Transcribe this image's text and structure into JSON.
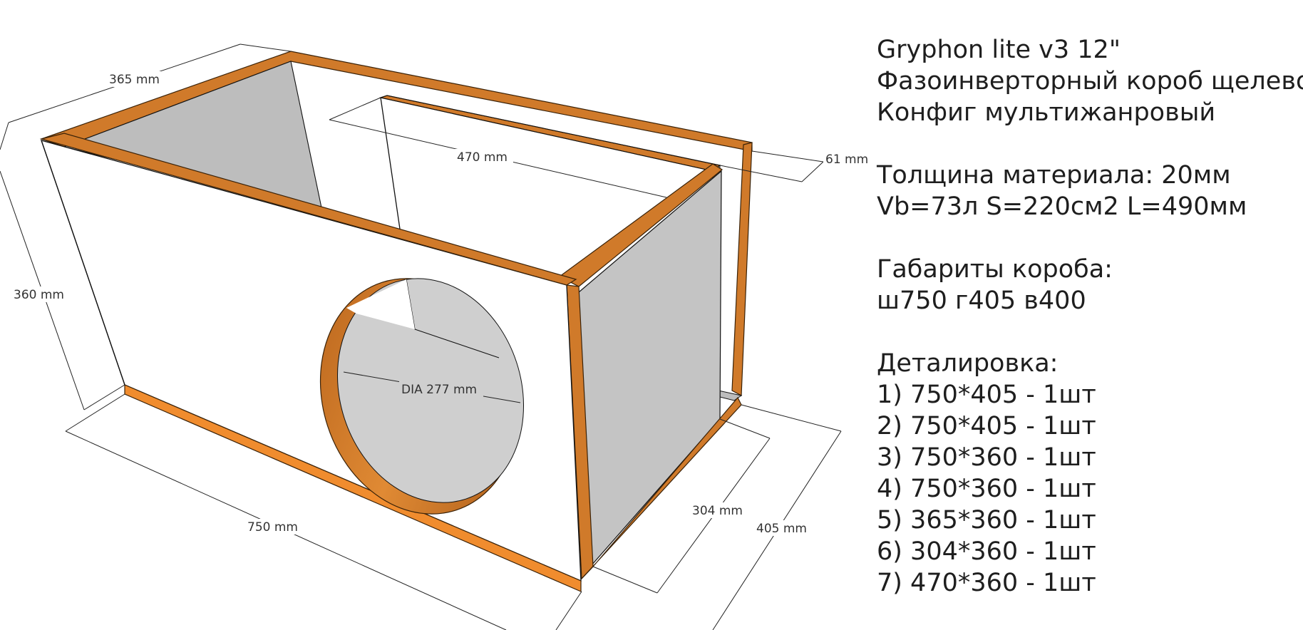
{
  "colors": {
    "wood_edge": "#d07a2a",
    "wood_edge_light": "#f08c2e",
    "panel_face": "#ffffff",
    "panel_inner": "#bdbdbd",
    "driver_well": "#cfcfcf",
    "text": "#1e1e1e"
  },
  "dimensions": {
    "top_depth": "365 mm",
    "inner_width": "470 mm",
    "slot_width": "61 mm",
    "height": "360 mm",
    "front_width": "750 mm",
    "driver_dia": "DIA 277 mm",
    "inner_depth": "304 mm",
    "outer_depth": "405 mm"
  },
  "notes": {
    "title": "Gryphon lite v3 12\"",
    "type": "Фазоинверторный короб щелевой",
    "config": "Конфиг мультижанровый",
    "thickness": "Толщина материала: 20мм",
    "params": "Vb=73л S=220см2 L=490мм",
    "dims_header": "Габариты короба:",
    "dims_value": "ш750 г405 в400",
    "parts_header": "Деталировка:",
    "parts": [
      "1) 750*405 - 1шт",
      "2) 750*405 - 1шт",
      "3) 750*360 - 1шт",
      "4) 750*360 - 1шт",
      "5) 365*360 - 1шт",
      "6) 304*360 - 1шт",
      "7) 470*360 - 1шт"
    ]
  }
}
